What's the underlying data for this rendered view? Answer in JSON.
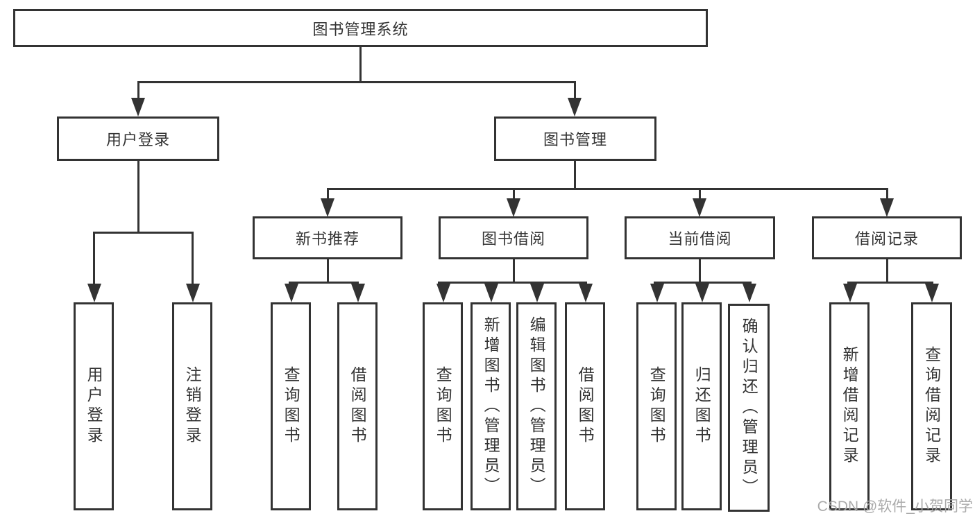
{
  "diagram_type": "hierarchy-tree",
  "tree": {
    "label": "图书管理系统",
    "children": [
      {
        "label": "用户登录",
        "children": [
          {
            "label": "用户登录"
          },
          {
            "label": "注销登录"
          }
        ]
      },
      {
        "label": "图书管理",
        "children": [
          {
            "label": "新书推荐",
            "children": [
              {
                "label": "查询图书"
              },
              {
                "label": "借阅图书"
              }
            ]
          },
          {
            "label": "图书借阅",
            "children": [
              {
                "label": "查询图书"
              },
              {
                "label": "新增图书（管理员）"
              },
              {
                "label": "编辑图书（管理员）"
              },
              {
                "label": "借阅图书"
              }
            ]
          },
          {
            "label": "当前借阅",
            "children": [
              {
                "label": "查询图书"
              },
              {
                "label": "归还图书"
              },
              {
                "label": "确认归还（管理员）"
              }
            ]
          },
          {
            "label": "借阅记录",
            "children": [
              {
                "label": "新增借阅记录"
              },
              {
                "label": "查询借阅记录"
              }
            ]
          }
        ]
      }
    ]
  },
  "watermark": {
    "text": "CSDN @软件_小贺同学"
  },
  "colors": {
    "line": "#333333",
    "box_border": "#333333",
    "box_fill": "#ffffff",
    "text": "#333333",
    "watermark": "#a6a6a6",
    "background": "#ffffff"
  }
}
